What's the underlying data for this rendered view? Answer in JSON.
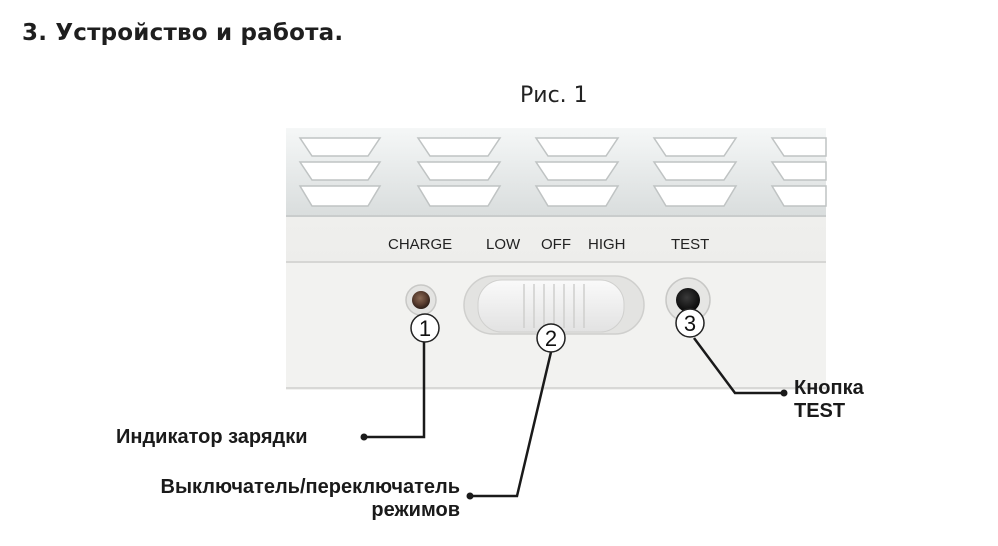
{
  "heading": "3. Устройство и работа.",
  "figure": {
    "caption": "Рис. 1",
    "device_labels": {
      "charge": "CHARGE",
      "low": "LOW",
      "off": "OFF",
      "high": "HIGH",
      "test": "TEST"
    },
    "callouts": [
      {
        "number": "1",
        "text": "Индикатор зарядки"
      },
      {
        "number": "2",
        "line1": "Выключатель/переключатель",
        "line2": "режимов"
      },
      {
        "number": "3",
        "line1": "Кнопка",
        "line2": "TEST"
      }
    ]
  },
  "colors": {
    "body": "#f1f1ef",
    "lens": "#e9ecec",
    "text": "#1a1a1a"
  }
}
